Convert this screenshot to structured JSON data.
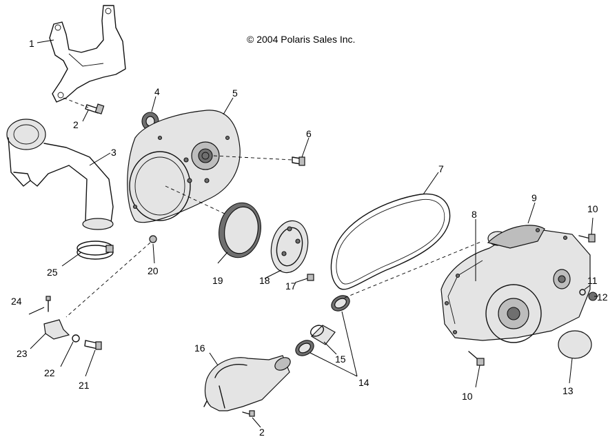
{
  "copyright": "© 2004 Polaris Sales Inc.",
  "callouts": [
    {
      "id": "c1",
      "label": "1"
    },
    {
      "id": "c2a",
      "label": "2"
    },
    {
      "id": "c2b",
      "label": "2"
    },
    {
      "id": "c3",
      "label": "3"
    },
    {
      "id": "c4",
      "label": "4"
    },
    {
      "id": "c5",
      "label": "5"
    },
    {
      "id": "c6",
      "label": "6"
    },
    {
      "id": "c7",
      "label": "7"
    },
    {
      "id": "c8",
      "label": "8"
    },
    {
      "id": "c9",
      "label": "9"
    },
    {
      "id": "c10a",
      "label": "10"
    },
    {
      "id": "c10b",
      "label": "10"
    },
    {
      "id": "c11",
      "label": "11"
    },
    {
      "id": "c12",
      "label": "12"
    },
    {
      "id": "c13",
      "label": "13"
    },
    {
      "id": "c14",
      "label": "14"
    },
    {
      "id": "c15",
      "label": "15"
    },
    {
      "id": "c16",
      "label": "16"
    },
    {
      "id": "c17",
      "label": "17"
    },
    {
      "id": "c18",
      "label": "18"
    },
    {
      "id": "c19",
      "label": "19"
    },
    {
      "id": "c20",
      "label": "20"
    },
    {
      "id": "c21",
      "label": "21"
    },
    {
      "id": "c22",
      "label": "22"
    },
    {
      "id": "c23",
      "label": "23"
    },
    {
      "id": "c24",
      "label": "24"
    },
    {
      "id": "c25",
      "label": "25"
    }
  ]
}
